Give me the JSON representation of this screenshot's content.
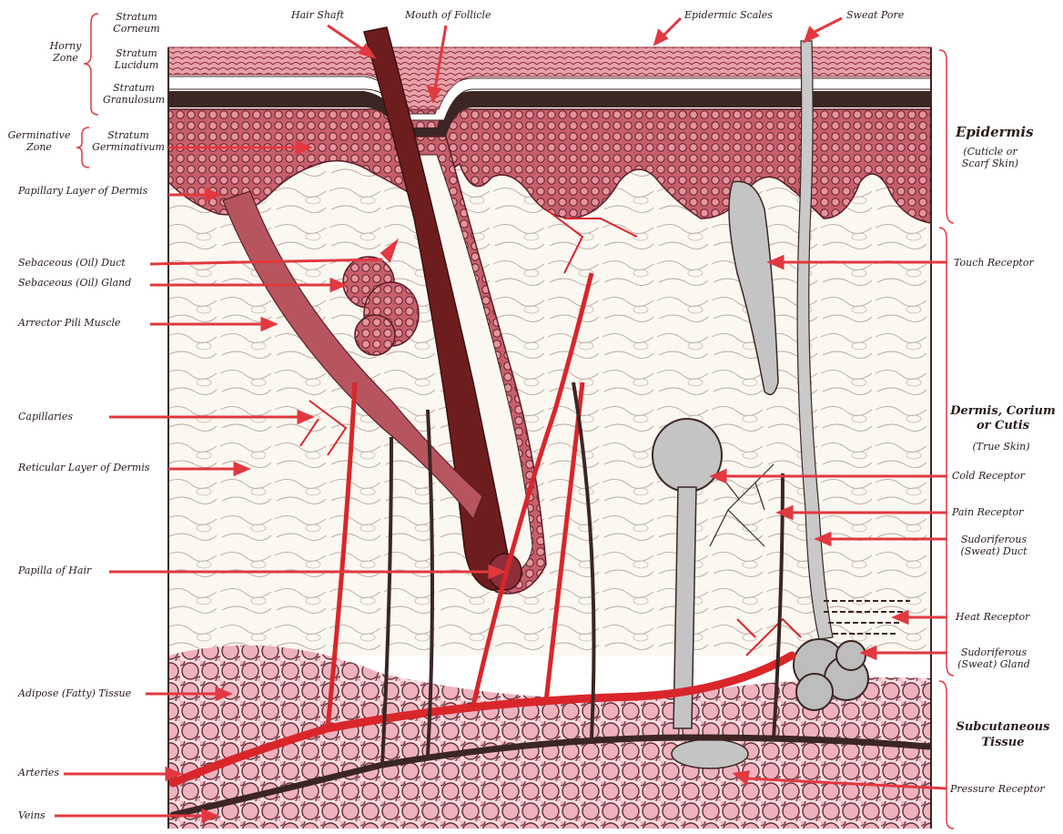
{
  "labels": {
    "stratum_corneum": "Stratum\nCorneum",
    "stratum_lucidum": "Stratum\nLucidum",
    "stratum_granulosum": "Stratum\nGranulosum",
    "horny_zone": "Horny\nZone",
    "germinative_zone": "Germinative\nZone",
    "stratum_germinativum": "Stratum\nGerminativum",
    "papillary_layer": "Papillary Layer of Dermis",
    "sebaceous_duct": "Sebaceous (Oil) Duct",
    "sebaceous_gland": "Sebaceous (Oil) Gland",
    "arrector_pili": "Arrector Pili Muscle",
    "capillaries": "Capillaries",
    "reticular_layer": "Reticular Layer of Dermis",
    "papilla_of_hair": "Papilla of Hair",
    "adipose_tissue": "Adipose (Fatty) Tissue",
    "arteries": "Arteries",
    "veins": "Veins",
    "hair_shaft": "Hair Shaft",
    "mouth_of_follicle": "Mouth of Follicle",
    "epidermic_scales": "Epidermic Scales",
    "sweat_pore": "Sweat Pore",
    "epidermis": "Epidermis",
    "epidermis_sub": "(Cuticle or\nScarf Skin)",
    "touch_receptor": "Touch Receptor",
    "dermis": "Dermis, Corium\nor Cutis",
    "dermis_sub": "(True Skin)",
    "cold_receptor": "Cold Receptor",
    "pain_receptor": "Pain Receptor",
    "sweat_duct": "Sudoriferous\n(Sweat) Duct",
    "heat_receptor": "Heat Receptor",
    "sweat_gland": "Sudoriferous\n(Sweat) Gland",
    "subcutaneous": "Subcutaneous\nTissue",
    "pressure_receptor": "Pressure Receptor"
  },
  "colors": {
    "label_arrow": "#e2383f",
    "epidermis": "#c9606a",
    "horny_layer": "#e9a3ab",
    "dermis": "#fbf7f1",
    "hair": "#6e1d1f",
    "artery": "#d9262b",
    "vein": "#3b2624",
    "fat": "#f1c3cd",
    "receptor": "#bdbdbd"
  }
}
